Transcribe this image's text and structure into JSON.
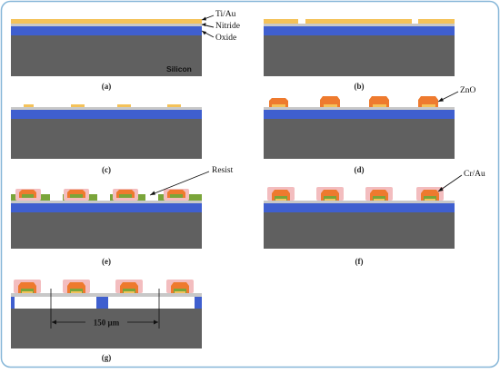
{
  "layers": {
    "ti_au": "Ti/Au",
    "nitride": "Nitride",
    "oxide": "Oxide",
    "silicon": "Silicon",
    "zno": "ZnO",
    "resist": "Resist",
    "cr_au": "Cr/Au"
  },
  "panels": {
    "a": "(a)",
    "b": "(b)",
    "c": "(c)",
    "d": "(d)",
    "e": "(e)",
    "f": "(f)",
    "g": "(g)"
  },
  "dimension": "150 µm",
  "colors": {
    "silicon": "#606060",
    "oxide": "#3f5fcf",
    "nitride": "#c8c8c8",
    "ti_au": "#f4c25a",
    "zno": "#ee7a2e",
    "resist": "#7aa53a",
    "cr_au": "#f3bdbf",
    "border": "#86b6d8"
  }
}
